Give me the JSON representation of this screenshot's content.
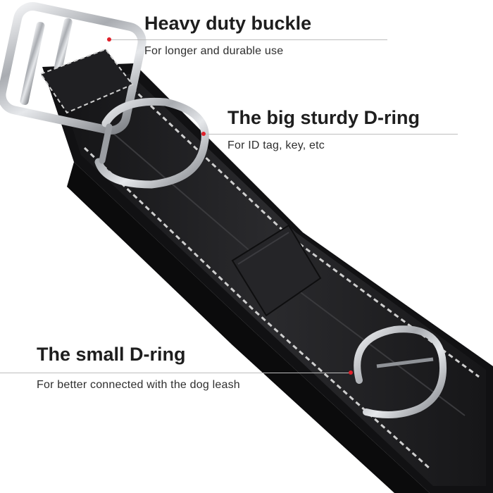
{
  "callouts": [
    {
      "title": "Heavy duty buckle",
      "subtitle": "For longer and durable use"
    },
    {
      "title": "The big sturdy D-ring",
      "subtitle": "For ID tag, key, etc"
    },
    {
      "title": "The small D-ring",
      "subtitle": "For better connected with the dog leash"
    }
  ],
  "colors": {
    "strap": "#1c1c1e",
    "reflective_stitch": "#cfcfcf",
    "metal": "#c9cbcf",
    "marker": "#e0202a",
    "rule": "#bdbdbd",
    "text": "#1e1e1e"
  }
}
